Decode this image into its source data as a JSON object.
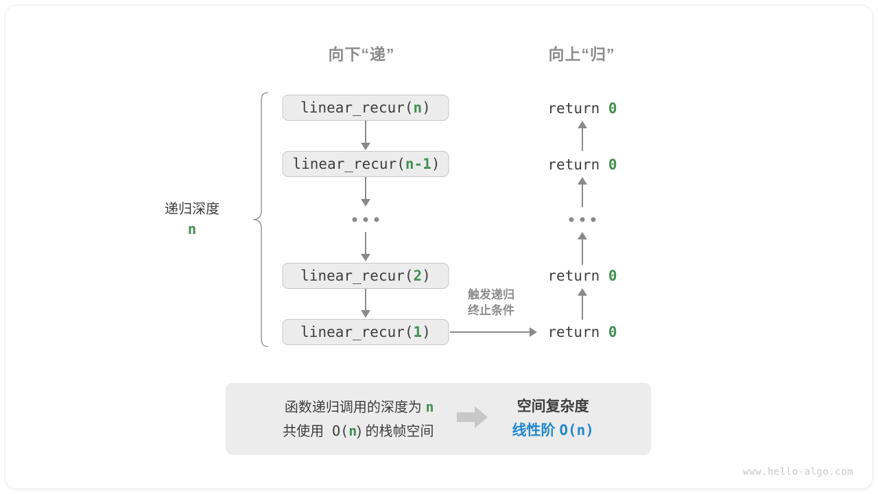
{
  "canvas": {
    "background": "#ffffff",
    "accent_green": "#41904f",
    "accent_blue": "#2288cc",
    "gray_line": "#8a8a8a",
    "box_fill": "#ececec",
    "box_border": "#c6c6c6",
    "text_dark": "#3d3d3d",
    "text_gray": "#8c8c8c"
  },
  "headings": {
    "down": "向下“递”",
    "up": "向上“归”"
  },
  "depth": {
    "label": "递归深度",
    "value": "n"
  },
  "call_stack": [
    {
      "prefix": "linear_recur(",
      "arg": "n",
      "suffix": ")"
    },
    {
      "prefix": "linear_recur(",
      "arg": "n-1",
      "suffix": ")"
    },
    {
      "ellipsis": "..."
    },
    {
      "prefix": "linear_recur(",
      "arg": "2",
      "suffix": ")"
    },
    {
      "prefix": "linear_recur(",
      "arg": "1",
      "suffix": ")"
    }
  ],
  "returns": [
    {
      "text": "return ",
      "value": "0"
    },
    {
      "text": "return ",
      "value": "0"
    },
    {
      "ellipsis": "..."
    },
    {
      "text": "return ",
      "value": "0"
    },
    {
      "text": "return ",
      "value": "0"
    }
  ],
  "note": {
    "line1": "触发递归",
    "line2": "终止条件"
  },
  "summary": {
    "left_line1_a": "函数递归调用的深度为 ",
    "left_line1_b": "n",
    "left_line2_a": "共使用 O(",
    "left_line2_b": "n",
    "left_line2_c": ") 的栈帧空间",
    "arrow_icon": "right-block-arrow-icon",
    "right_line1": "空间复杂度",
    "right_line2_a": "线性阶 ",
    "right_line2_b": "O(n)"
  },
  "watermark": "www.hello-algo.com"
}
